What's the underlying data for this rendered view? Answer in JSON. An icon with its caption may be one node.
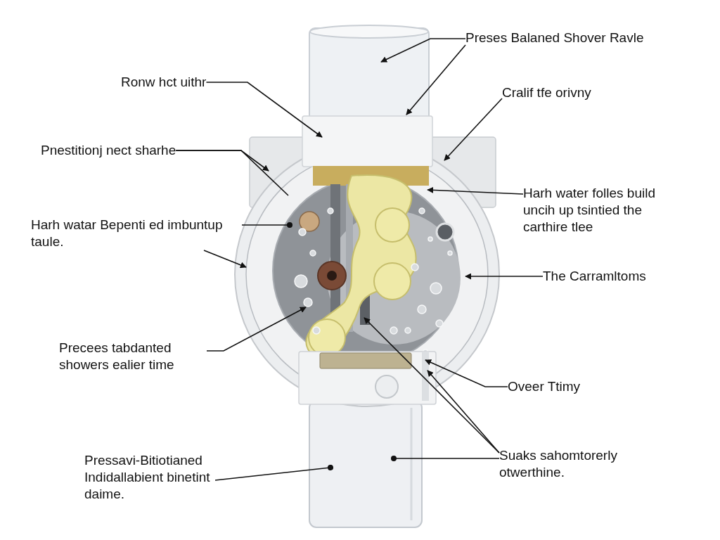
{
  "diagram": {
    "nodes": [
      {
        "text": [
          "Ronw hct uithr"
        ]
      },
      {
        "text": [
          "Pnestitionj nect sharhe"
        ]
      },
      {
        "text": [
          "Harh watar Bepenti ed imbuntup taule."
        ]
      },
      {
        "text": [
          "Precees tabdanted showers ealier time"
        ]
      },
      {
        "text": [
          "Pressavi-Bitiotianed Indidallabient binetint daime."
        ]
      },
      {
        "text": [
          "Preses Balaned Shover Ravle"
        ]
      },
      {
        "text": [
          "Cralif tfe orivny"
        ]
      },
      {
        "text": [
          "Harh water folles build uncih up tsintied the carthire tlee"
        ]
      },
      {
        "text": [
          "The Carramltoms"
        ]
      },
      {
        "text": [
          "Oveer Ttimy"
        ]
      },
      {
        "text": [
          "Suaks sahomtorerly otwerthine."
        ]
      }
    ],
    "edges": [
      {
        "from": 0,
        "to": null,
        "arrow": "to"
      },
      {
        "from": 1,
        "to": null,
        "arrow": "to"
      },
      {
        "from": 1,
        "to": null,
        "arrow": "none"
      },
      {
        "from": 2,
        "to": null,
        "arrow": "other"
      },
      {
        "from": 2,
        "to": null,
        "arrow": "to"
      },
      {
        "from": 3,
        "to": null,
        "arrow": "to"
      },
      {
        "from": 4,
        "to": null,
        "arrow": "other"
      },
      {
        "from": 5,
        "to": null,
        "arrow": "to"
      },
      {
        "from": 5,
        "to": null,
        "arrow": "to"
      },
      {
        "from": 6,
        "to": null,
        "arrow": "to"
      },
      {
        "from": 7,
        "to": null,
        "arrow": "to"
      },
      {
        "from": 8,
        "to": null,
        "arrow": "to"
      },
      {
        "from": 9,
        "to": null,
        "arrow": "to"
      },
      {
        "from": 10,
        "to": null,
        "arrow": "to"
      },
      {
        "from": 10,
        "to": null,
        "arrow": "to"
      },
      {
        "from": 10,
        "to": null,
        "arrow": "other"
      }
    ]
  }
}
